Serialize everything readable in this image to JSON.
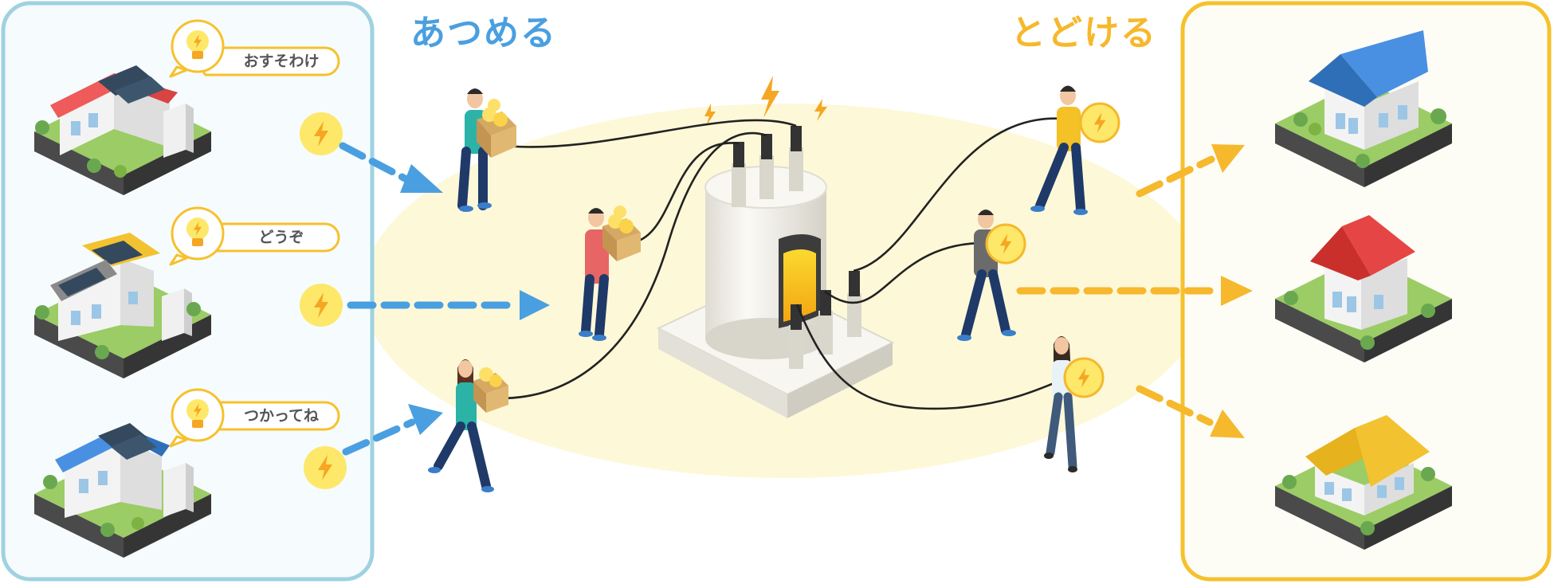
{
  "headings": {
    "collect": "あつめる",
    "deliver": "とどける"
  },
  "bubbles": [
    "おすそわけ",
    "どうぞ",
    "つかってね"
  ],
  "colors": {
    "collect_blue": "#4a9fe0",
    "deliver_yellow": "#f6b82c",
    "left_panel_border": "#9fd2e0",
    "right_panel_border": "#f6c12c",
    "glow": "#fdf8d8",
    "bolt_circle": "#fde86a",
    "bolt": "#f5a623"
  },
  "icons": {
    "source_panel": [
      "house-solar-red-roof-icon",
      "house-solar-yellow-roof-icon",
      "house-solar-blue-roof-icon"
    ],
    "destination_panel": [
      "house-blue-roof-icon",
      "house-red-roof-icon",
      "house-yellow-roof-icon"
    ],
    "center": "power-storage-battery-icon"
  }
}
